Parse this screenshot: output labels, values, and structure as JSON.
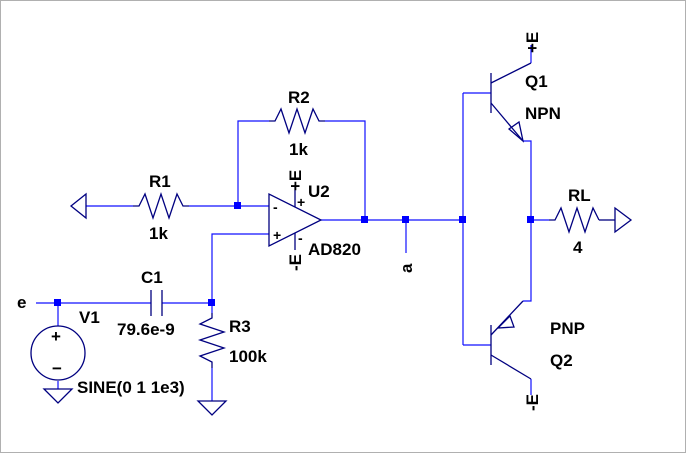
{
  "colors": {
    "wire": "#1010ff",
    "component": "#000080",
    "junction": "#0000ff",
    "text": "#000000"
  },
  "components": {
    "r1": {
      "name": "R1",
      "value": "1k"
    },
    "r2": {
      "name": "R2",
      "value": "1k"
    },
    "r3": {
      "name": "R3",
      "value": "100k"
    },
    "c1": {
      "name": "C1",
      "value": "79.6e-9"
    },
    "v1": {
      "name": "V1",
      "value": "SINE(0 1 1e3)"
    },
    "u2": {
      "name": "U2",
      "model": "AD820",
      "plus_supply": "+E",
      "minus_supply": "-E",
      "inverting": "-",
      "non_inverting": "+"
    },
    "q1": {
      "name": "Q1",
      "type": "NPN",
      "supply": "+E"
    },
    "q2": {
      "name": "Q2",
      "type": "PNP",
      "supply": "-E"
    },
    "rl": {
      "name": "RL",
      "value": "4"
    }
  },
  "nets": {
    "input": "e",
    "output": "a"
  },
  "source_signs": {
    "plus": "+",
    "minus": "−"
  }
}
